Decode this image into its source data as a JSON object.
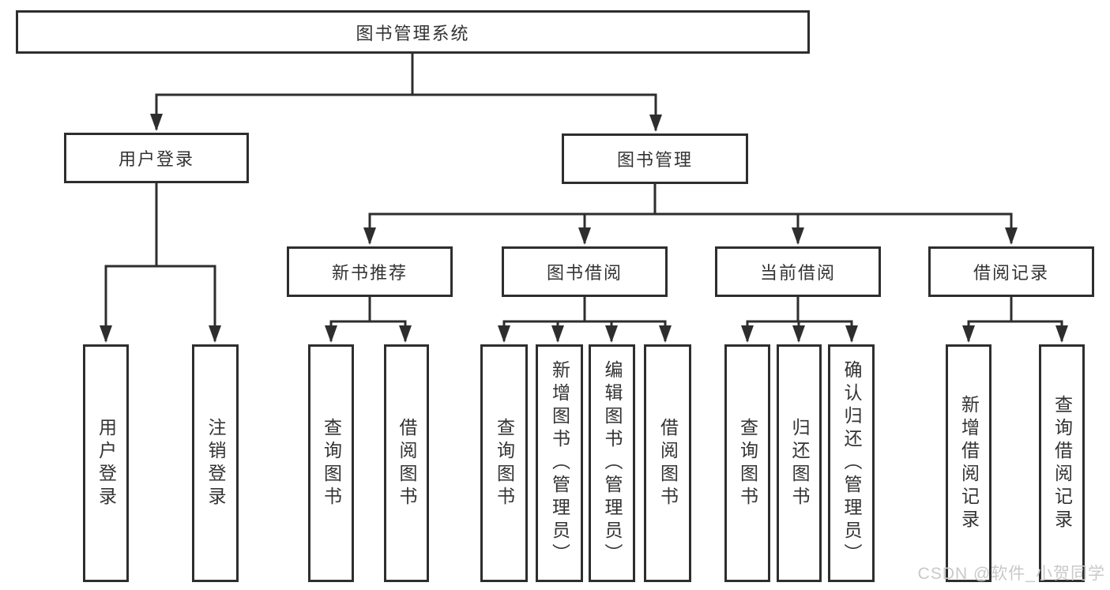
{
  "diagram": {
    "type": "hierarchy-diagram",
    "watermark": "CSDN @软件_小贺同学",
    "colors": {
      "background": "#ffffff",
      "line": "#2e2e2e",
      "box_border": "#2e2e2e",
      "box_fill": "#ffffff",
      "text": "#333333",
      "watermark": "#c9c9c9"
    },
    "tree": {
      "label": "图书管理系统",
      "children": [
        {
          "label": "用户登录",
          "children": [
            {
              "label": "用户登录"
            },
            {
              "label": "注销登录"
            }
          ]
        },
        {
          "label": "图书管理",
          "children": [
            {
              "label": "新书推荐",
              "children": [
                {
                  "label": "查询图书"
                },
                {
                  "label": "借阅图书"
                }
              ]
            },
            {
              "label": "图书借阅",
              "children": [
                {
                  "label": "查询图书"
                },
                {
                  "label": "新增图书（管理员）"
                },
                {
                  "label": "编辑图书（管理员）"
                },
                {
                  "label": "借阅图书"
                }
              ]
            },
            {
              "label": "当前借阅",
              "children": [
                {
                  "label": "查询图书"
                },
                {
                  "label": "归还图书"
                },
                {
                  "label": "确认归还（管理员）"
                }
              ]
            },
            {
              "label": "借阅记录",
              "children": [
                {
                  "label": "新增借阅记录"
                },
                {
                  "label": "查询借阅记录"
                }
              ]
            }
          ]
        }
      ]
    }
  }
}
